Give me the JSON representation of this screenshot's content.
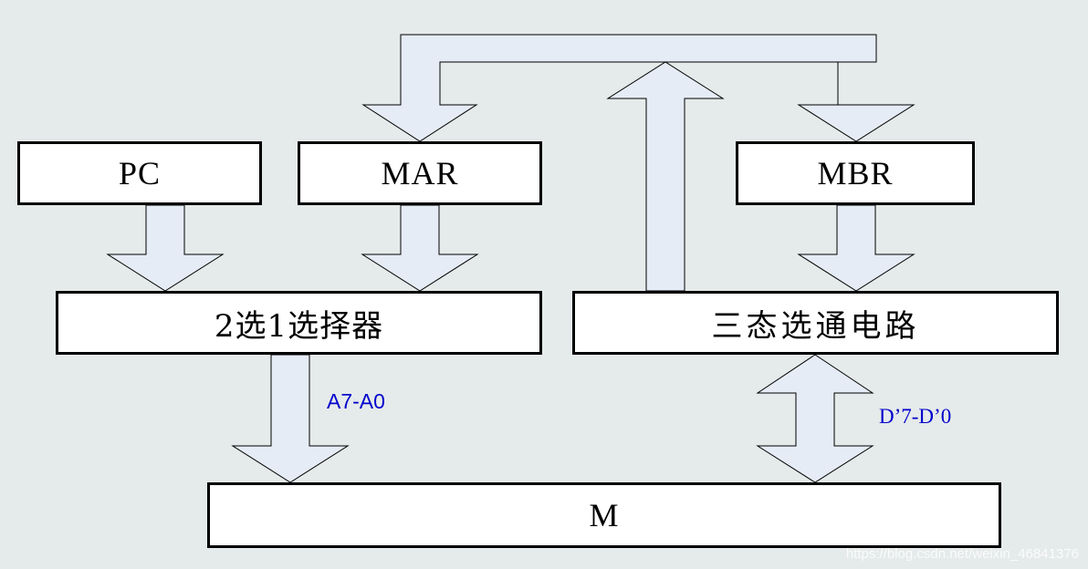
{
  "blocks": {
    "pc": "PC",
    "mar": "MAR",
    "mbr": "MBR",
    "mux": "2选1选择器",
    "tristate": "三态选通电路",
    "memory": "M"
  },
  "labels": {
    "address_bus": "A7-A0",
    "data_bus": "D’7-D’0"
  },
  "watermark": "https://blog.csdn.net/weixin_46841376",
  "colors": {
    "background": "#e5eaea",
    "arrow_fill": "#e6ecf6",
    "stroke": "#000000",
    "label": "#0000cc"
  }
}
